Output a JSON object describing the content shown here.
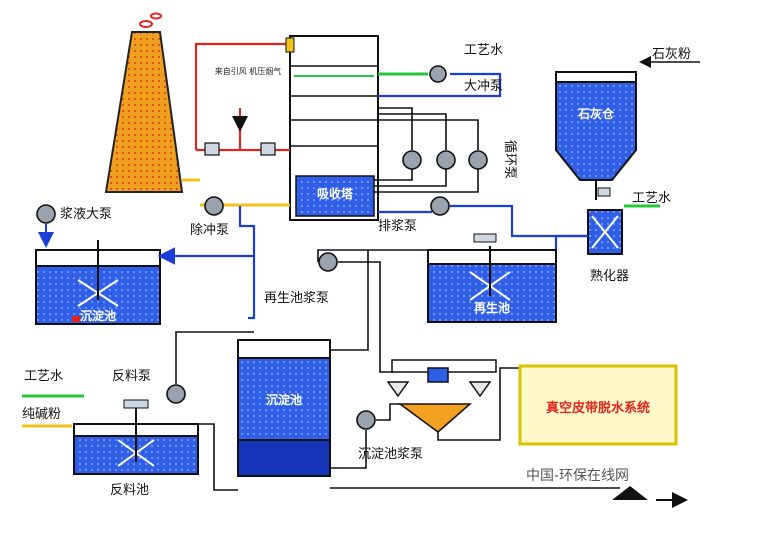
{
  "labels": {
    "process_water_top": "工艺水",
    "flush_pump_top": "大冲泵",
    "lime_powder": "石灰粉",
    "lime_bin": "石灰仓",
    "process_water_right": "工艺水",
    "curing_device": "熟化器",
    "circulating_pump_left": "浆液大泵",
    "flush_pump": "除冲泵",
    "desulfurization_tank": "吸收塔",
    "oxidation_air": "来自引风 机压烟气",
    "circulating_pump_vert": "循环泵",
    "discharge_pump": "排浆泵",
    "regeneration_pump": "再生池浆泵",
    "regeneration_tank": "再生池",
    "mixing_tank": "沉淀池",
    "process_water_left": "工艺水",
    "material_pump": "反料泵",
    "soda_ash": "纯碱粉",
    "clarifier_tank": "沉淀池",
    "settling_pump": "沉淀池浆泵",
    "reaction_tank": "反料池",
    "vacuum_belt": "真空皮带脱水系统",
    "watermark": "中国-环保在线网"
  },
  "colors": {
    "tank_blue": "#2f5fe8",
    "chimney_orange": "#f0a020",
    "pipe_blue": "#1a3fd6",
    "pipe_red": "#e0261f",
    "pipe_green": "#25c43a",
    "pipe_yellow": "#f2c21a",
    "belt_box_fill": "#fff8c8"
  },
  "icons": [
    "pump-icon",
    "agitator-icon",
    "flow-arrow-icon",
    "valve-icon",
    "meter-icon"
  ]
}
